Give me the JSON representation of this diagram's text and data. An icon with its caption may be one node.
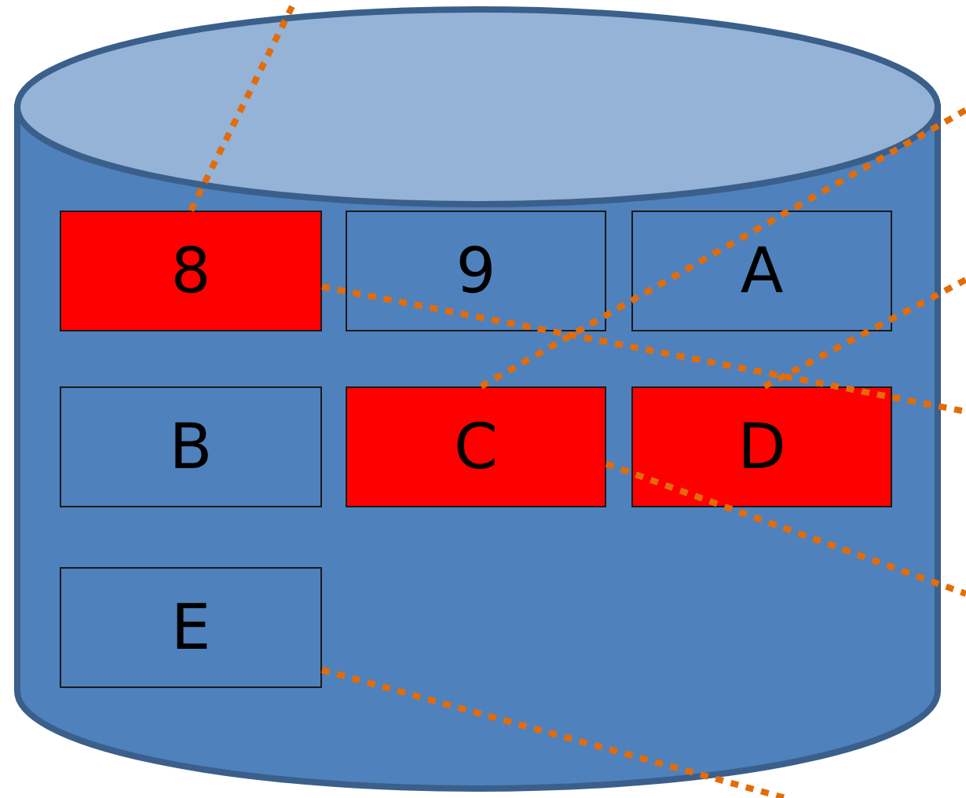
{
  "diagram": {
    "nodes": [
      {
        "text": [],
        "shape": "cylinder"
      },
      {
        "text": [
          "8"
        ],
        "in": 0
      },
      {
        "text": [
          "9"
        ],
        "in": 0
      },
      {
        "text": [
          "A"
        ],
        "in": 0
      },
      {
        "text": [
          "B"
        ],
        "in": 0
      },
      {
        "text": [
          "C"
        ],
        "in": 0
      },
      {
        "text": [
          "D"
        ],
        "in": 0
      },
      {
        "text": [
          "E"
        ],
        "in": 0
      }
    ],
    "edges": [
      {
        "from": 1,
        "to": null,
        "arrow": "none",
        "style": "dashed",
        "color": "#e36c09"
      },
      {
        "from": 1,
        "to": null,
        "arrow": "none",
        "style": "dashed",
        "color": "#e36c09"
      },
      {
        "from": 5,
        "to": null,
        "arrow": "none",
        "style": "dashed",
        "color": "#e36c09"
      },
      {
        "from": 6,
        "to": null,
        "arrow": "none",
        "style": "dashed",
        "color": "#e36c09"
      },
      {
        "from": 5,
        "to": null,
        "arrow": "none",
        "style": "dashed",
        "color": "#e36c09"
      },
      {
        "from": 7,
        "to": null,
        "arrow": "none",
        "style": "dashed",
        "color": "#e36c09"
      }
    ]
  }
}
